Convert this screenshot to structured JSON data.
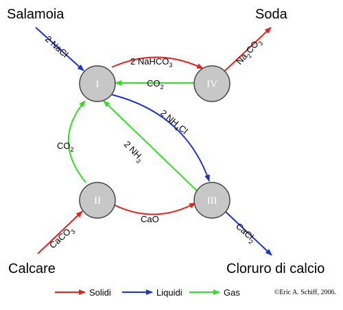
{
  "colors": {
    "solid": "#e8201a",
    "liquid": "#1a2fd6",
    "gas": "#2ee01f",
    "node_fill": "#c7c7c7",
    "node_stroke": "#444444"
  },
  "endpoints": {
    "brine": "Salamoia",
    "soda": "Soda",
    "limestone": "Calcare",
    "calcium_chloride": "Cloruro di calcio"
  },
  "nodes": {
    "n1": "I",
    "n2": "II",
    "n3": "III",
    "n4": "IV"
  },
  "edges": {
    "nacl": {
      "main": "2 NaCl",
      "color": "liquid"
    },
    "nahco3": {
      "main": "2 NaHCO",
      "sub": "3",
      "color": "solid"
    },
    "co2_top": {
      "main": "CO",
      "sub": "2",
      "color": "gas"
    },
    "na2co3": {
      "a": "Na",
      "sub1": "2",
      "b": "CO",
      "sub2": "3",
      "color": "solid"
    },
    "nh4cl": {
      "a": "2 NH",
      "sub": "4",
      "b": "Cl",
      "color": "liquid"
    },
    "nh3": {
      "main": "2 NH",
      "sub": "3",
      "color": "gas"
    },
    "co2_left": {
      "main": "CO",
      "sub": "2",
      "color": "gas"
    },
    "cao": {
      "main": "CaO",
      "color": "solid"
    },
    "caco3": {
      "main": "CaCO",
      "sub": "3",
      "color": "solid"
    },
    "cacl2": {
      "main": "CaCl",
      "sub": "2",
      "color": "liquid"
    }
  },
  "legend": {
    "solid": "Solidi",
    "liquid": "Liquidi",
    "gas": "Gas"
  },
  "credit": "©Eric A. Schiff, 2006."
}
